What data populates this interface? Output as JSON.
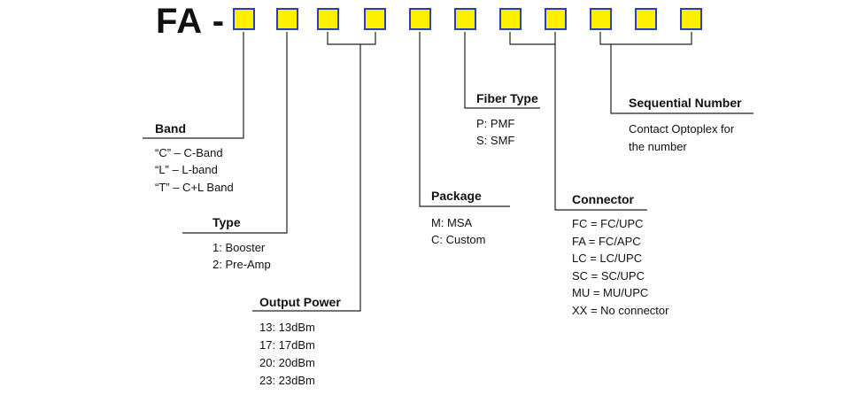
{
  "prefix": "FA -",
  "colors": {
    "box_fill": "#ffef00",
    "box_border": "#2c3fb0",
    "line": "#222222"
  },
  "sections": {
    "band": {
      "title": "Band",
      "items": [
        "“C” – C-Band",
        "“L” – L-band",
        "“T” – C+L Band"
      ]
    },
    "type": {
      "title": "Type",
      "items": [
        "1: Booster",
        "2: Pre-Amp"
      ]
    },
    "output_power": {
      "title": "Output Power",
      "items": [
        "13: 13dBm",
        "17: 17dBm",
        "20: 20dBm",
        "23: 23dBm"
      ]
    },
    "package": {
      "title": "Package",
      "items": [
        "M: MSA",
        "C: Custom"
      ]
    },
    "fiber_type": {
      "title": "Fiber Type",
      "items": [
        "P: PMF",
        "S: SMF"
      ]
    },
    "connector": {
      "title": "Connector",
      "items": [
        "FC = FC/UPC",
        "FA = FC/APC",
        "LC = LC/UPC",
        "SC = SC/UPC",
        "MU = MU/UPC",
        "XX = No connector"
      ]
    },
    "sequential_number": {
      "title": "Sequential Number",
      "items": [
        "Contact Optoplex for",
        "the number"
      ]
    }
  }
}
